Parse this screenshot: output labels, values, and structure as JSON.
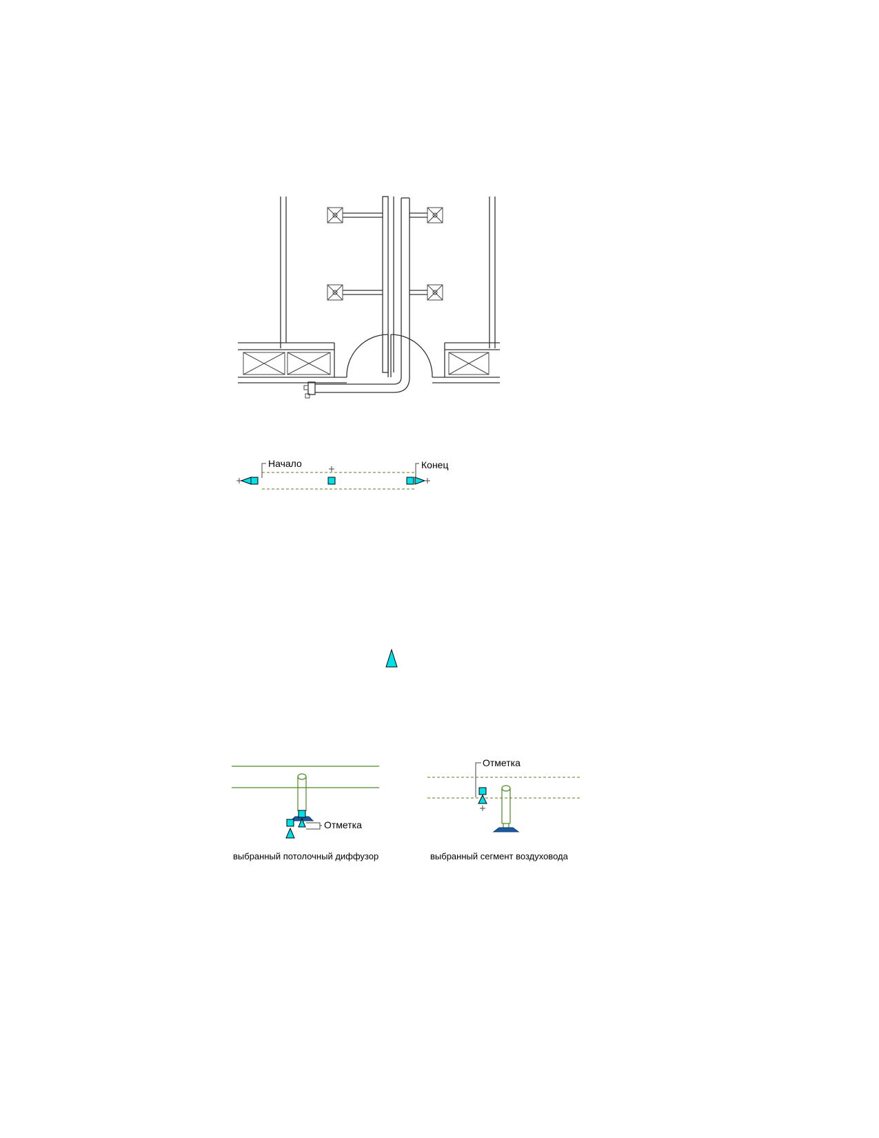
{
  "colors": {
    "grip": "#00e0e8",
    "dashed_line": "#5c7a1e",
    "duct_green": "#4a8a1e",
    "diffuser_blue": "#1c5aa0"
  },
  "figure2": {
    "start_label": "Начало",
    "end_label": "Конец"
  },
  "figure4": {
    "left": {
      "elevation_label": "Отметка",
      "caption": "выбранный потолочный диффузор"
    },
    "right": {
      "elevation_label": "Отметка",
      "caption": "выбранный сегмент воздуховода"
    }
  }
}
